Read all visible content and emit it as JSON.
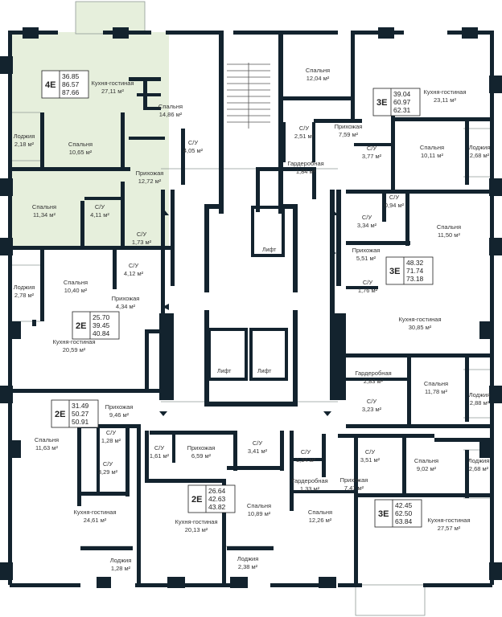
{
  "colors": {
    "wall": "#13232e",
    "highlight": "#e6efdc",
    "line": "#8f9a96"
  },
  "units": [
    {
      "type": "4E",
      "areas": [
        "36.85",
        "86.57",
        "87.66"
      ]
    },
    {
      "type": "3E",
      "areas": [
        "39.04",
        "60.97",
        "62.31"
      ]
    },
    {
      "type": "3E",
      "areas": [
        "48.32",
        "71.74",
        "73.18"
      ]
    },
    {
      "type": "2E",
      "areas": [
        "25.70",
        "39.45",
        "40.84"
      ]
    },
    {
      "type": "2E",
      "areas": [
        "31.49",
        "50.27",
        "50.91"
      ]
    },
    {
      "type": "2E",
      "areas": [
        "26.64",
        "42.63",
        "43.82"
      ]
    },
    {
      "type": "3E",
      "areas": [
        "42.45",
        "62.50",
        "63.84"
      ]
    }
  ],
  "rooms": [
    {
      "name": "Кухня-гостиная",
      "area": "27,11 м²"
    },
    {
      "name": "Спальня",
      "area": "14,86 м²"
    },
    {
      "name": "Лоджия",
      "area": "2,18 м²"
    },
    {
      "name": "Спальня",
      "area": "10,65 м²"
    },
    {
      "name": "С/У",
      "area": "4,05 м²"
    },
    {
      "name": "Прихожая",
      "area": "12,72 м²"
    },
    {
      "name": "Спальня",
      "area": "11,34 м²"
    },
    {
      "name": "С/У",
      "area": "4,11 м²"
    },
    {
      "name": "С/У",
      "area": "1,73 м²"
    },
    {
      "name": "Спальня",
      "area": "12,04 м²"
    },
    {
      "name": "Кухня-гостиная",
      "area": "23,11 м²"
    },
    {
      "name": "С/У",
      "area": "2,51 м²"
    },
    {
      "name": "Прихожая",
      "area": "7,59 м²"
    },
    {
      "name": "С/У",
      "area": "3,77 м²"
    },
    {
      "name": "Спальня",
      "area": "10,11 м²"
    },
    {
      "name": "Лоджия",
      "area": "2,68 м²"
    },
    {
      "name": "Гардеробная",
      "area": "1,84 м²"
    },
    {
      "name": "С/У",
      "area": "0,94 м²"
    },
    {
      "name": "С/У",
      "area": "3,34 м²"
    },
    {
      "name": "Спальня",
      "area": "11,50 м²"
    },
    {
      "name": "Прихожая",
      "area": "5,51 м²"
    },
    {
      "name": "Лоджия",
      "area": "2,78 м²"
    },
    {
      "name": "Спальня",
      "area": "10,40 м²"
    },
    {
      "name": "С/У",
      "area": "4,12 м²"
    },
    {
      "name": "Прихожая",
      "area": "4,34 м²"
    },
    {
      "name": "С/У",
      "area": "1,76 м²"
    },
    {
      "name": "Кухня-гостиная",
      "area": "20,59 м²"
    },
    {
      "name": "Кухня-гостиная",
      "area": "30,85 м²"
    },
    {
      "name": "Гардеробная",
      "area": "2,83 м²"
    },
    {
      "name": "Спальня",
      "area": "11,78 м²"
    },
    {
      "name": "Лоджия",
      "area": "2,88 м²"
    },
    {
      "name": "С/У",
      "area": "3,23 м²"
    },
    {
      "name": "Прихожая",
      "area": "9,46 м²"
    },
    {
      "name": "Спальня",
      "area": "11,63 м²"
    },
    {
      "name": "С/У",
      "area": "1,28 м²"
    },
    {
      "name": "С/У",
      "area": "3,29 м²"
    },
    {
      "name": "С/У",
      "area": "1,61 м²"
    },
    {
      "name": "Прихожая",
      "area": "6,59 м²"
    },
    {
      "name": "С/У",
      "area": "3,41 м²"
    },
    {
      "name": "С/У",
      "area": "1,34 м²"
    },
    {
      "name": "С/У",
      "area": "3,51 м²"
    },
    {
      "name": "Спальня",
      "area": "9,02 м²"
    },
    {
      "name": "Лоджия",
      "area": "2,68 м²"
    },
    {
      "name": "Гардеробная",
      "area": "1,33 м²"
    },
    {
      "name": "Прихожая",
      "area": "7,47 м²"
    },
    {
      "name": "Кухня-гостиная",
      "area": "24,61 м²"
    },
    {
      "name": "Кухня-гостиная",
      "area": "20,13 м²"
    },
    {
      "name": "Спальня",
      "area": "10,89 м²"
    },
    {
      "name": "Спальня",
      "area": "12,26 м²"
    },
    {
      "name": "Кухня-гостиная",
      "area": "27,57 м²"
    },
    {
      "name": "Лоджия",
      "area": "1,28 м²"
    },
    {
      "name": "Лоджия",
      "area": "2,38 м²"
    }
  ],
  "lifts": [
    "Лифт",
    "Лифт",
    "Лифт"
  ]
}
